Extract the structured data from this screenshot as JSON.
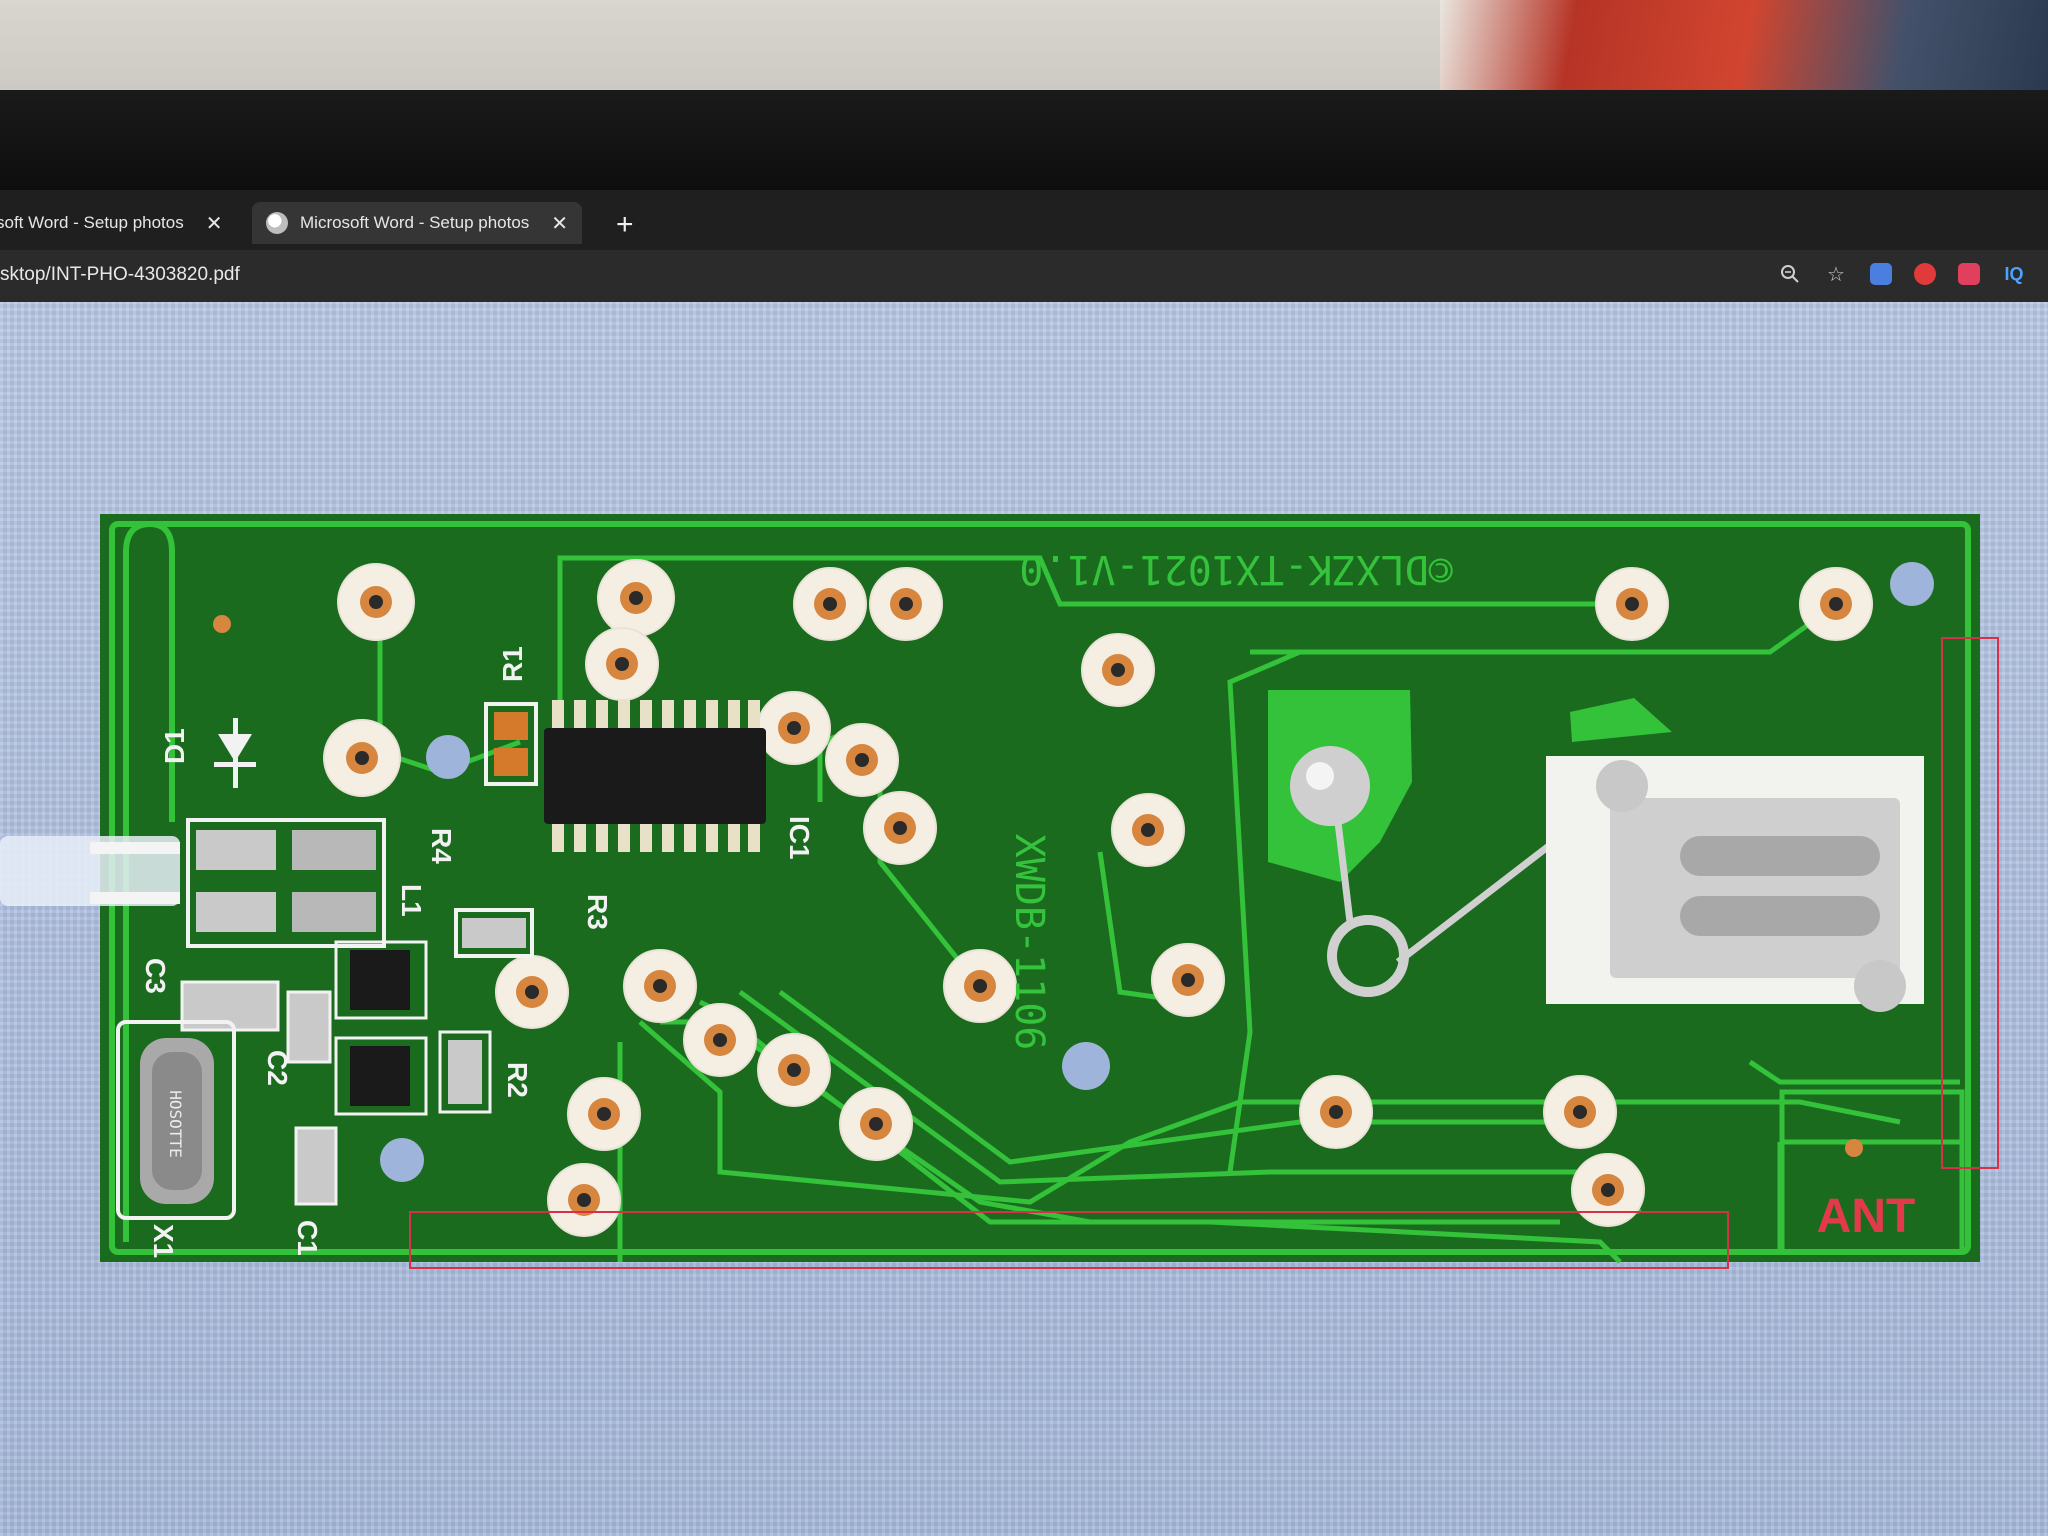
{
  "tabs": [
    {
      "label": "soft Word - Setup photos",
      "close_icon": "close-icon"
    },
    {
      "label": "Microsoft Word - Setup photos",
      "close_icon": "close-icon"
    }
  ],
  "new_tab_icon": "plus-icon",
  "address": {
    "url": "sktop/INT-PHO-4303820.pdf"
  },
  "toolbar_icons": [
    "zoom-icon",
    "star-icon",
    "translate-extension-icon",
    "red-extension-icon",
    "pink-extension-icon",
    "iq-extension-icon"
  ],
  "toolbar_iq_text": "IQ",
  "pcb": {
    "board_label": "©DLXZK-TX1021-V1.0",
    "model_label": "XWDB-1106",
    "antenna_label": "ANT",
    "component_labels": {
      "r1": "R1",
      "d1": "D1",
      "ic1": "IC1",
      "r4": "R4",
      "r3": "R3",
      "r2": "R2",
      "c3": "C3",
      "c2": "C2",
      "c1": "C1",
      "x1": "X1",
      "l1": "L1"
    },
    "crystal_marking": "HOSOTTE"
  },
  "colors": {
    "pcb_green": "#1b6b1f",
    "trace_green": "#33c23a",
    "annotation_red": "#d9304a",
    "fabric_blue": "#b4c4e2"
  }
}
